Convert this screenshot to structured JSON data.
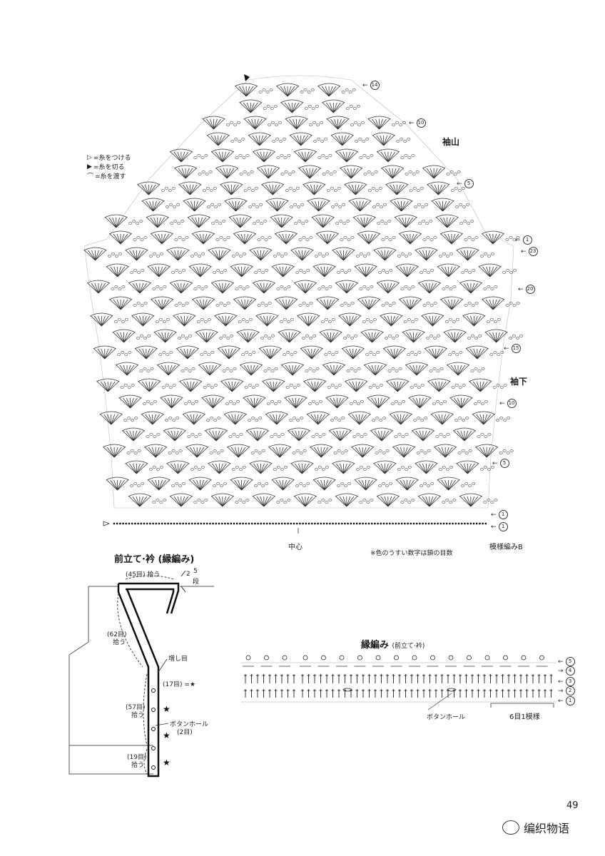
{
  "legend": {
    "items": [
      {
        "symbol": "▷",
        "label": "=糸をつける"
      },
      {
        "symbol": "▶",
        "label": "=糸を切る"
      },
      {
        "symbol": "⌒",
        "label": "=糸を渡す"
      }
    ]
  },
  "sleeve": {
    "label_cap": "袖山",
    "label_under": "袖下",
    "row_markers_right": [
      "14",
      "10",
      "5",
      "1",
      "23",
      "20",
      "15",
      "10",
      "5",
      "1",
      "1"
    ],
    "center_label": "中心",
    "pattern_label": "模様編みB",
    "note": "※色のうすい数字は鎖の目数"
  },
  "front_band": {
    "title": "前立て·衿 (縁編み)",
    "pick_45": "(45目) 拾う",
    "rows": "2",
    "rows_5": "5",
    "rows_unit": "段",
    "pick_62_a": "(62目)",
    "pick_62_b": "拾う",
    "increase": "増し目",
    "st17": "(17目) =★",
    "pick_57_a": "(57目)",
    "pick_57_b": "拾う",
    "buttonhole_a": "ボタンホール",
    "buttonhole_b": "(2目)",
    "pick_19_a": "(19目)",
    "pick_19_b": "拾う",
    "star": "★"
  },
  "edging": {
    "title": "縁編み",
    "subtitle": "(前立て·衿)",
    "row_markers": [
      "5",
      "4",
      "3",
      "2",
      "1"
    ],
    "buttonhole": "ボタンホール",
    "repeat": "6目1模様"
  },
  "page_number": "49",
  "watermark": "编织物语"
}
